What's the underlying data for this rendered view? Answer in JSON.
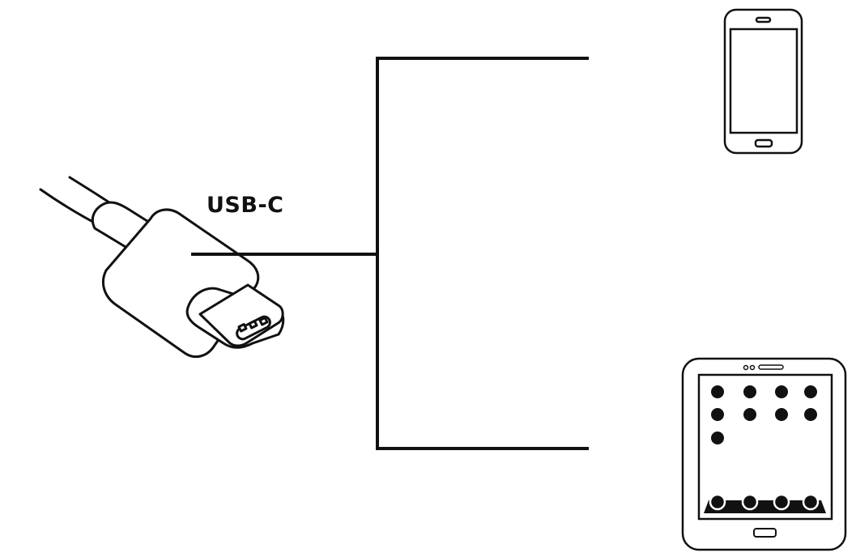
{
  "diagram": {
    "connector_label": "USB-C",
    "nodes": [
      {
        "id": "usb-c-plug",
        "icon": "usb-c-plug-icon"
      },
      {
        "id": "smartphone",
        "icon": "smartphone-icon"
      },
      {
        "id": "tablet",
        "icon": "tablet-icon"
      }
    ],
    "edges": [
      {
        "from": "usb-c-plug",
        "to": "smartphone"
      },
      {
        "from": "usb-c-plug",
        "to": "tablet"
      }
    ],
    "colors": {
      "stroke": "#111111",
      "background": "#ffffff"
    }
  }
}
